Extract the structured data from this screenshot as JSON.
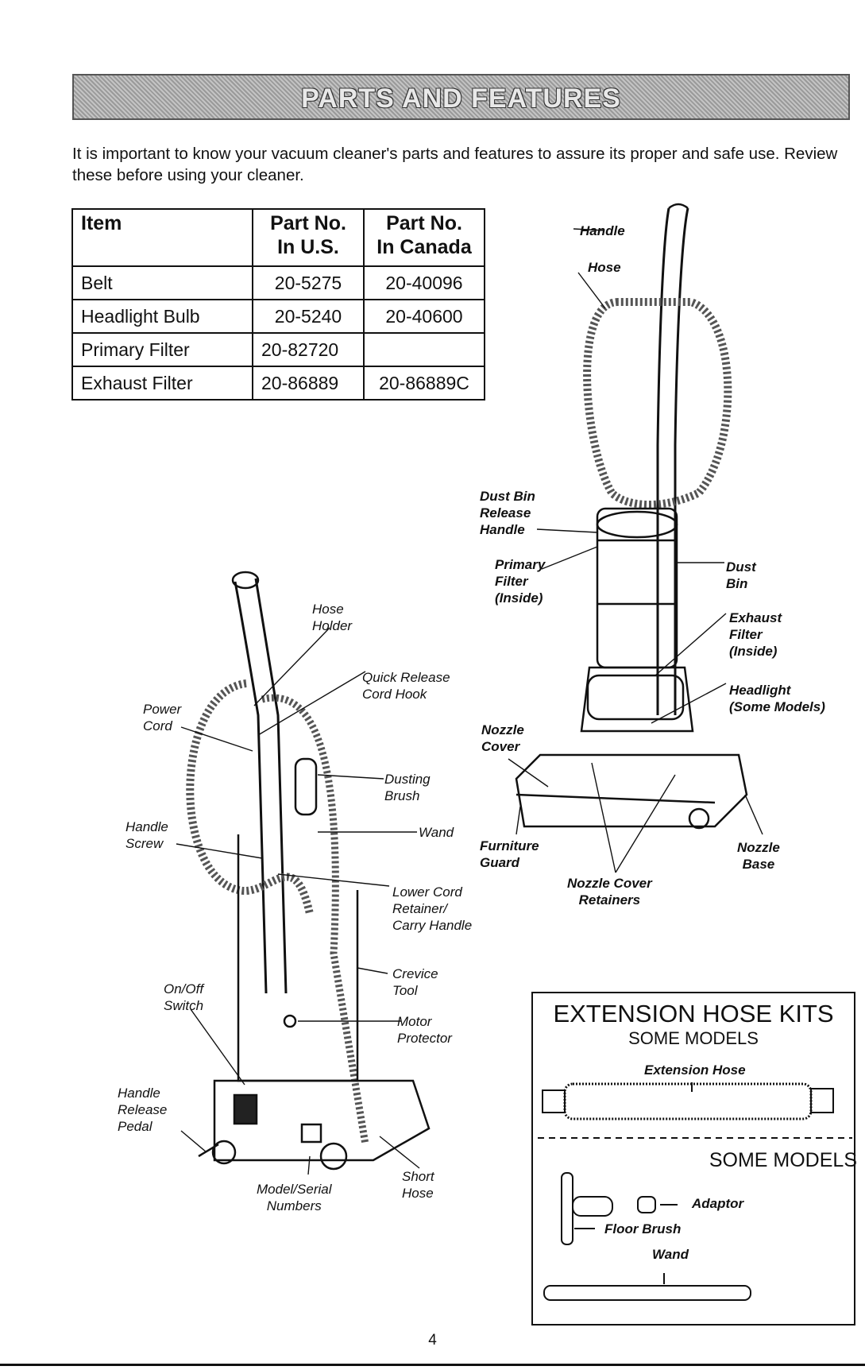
{
  "header": {
    "title": "PARTS AND FEATURES"
  },
  "intro": "It is important to know your vacuum cleaner's parts and features to assure its proper and safe use. Review these before using your cleaner.",
  "table": {
    "headers": [
      "Item",
      "Part No.\nIn U.S.",
      "Part No.\nIn Canada"
    ],
    "rows": [
      [
        "Belt",
        "20-5275",
        "20-40096"
      ],
      [
        "Headlight Bulb",
        "20-5240",
        "20-40600"
      ],
      [
        "Primary Filter",
        "20-82720",
        ""
      ],
      [
        "Exhaust Filter",
        "20-86889",
        "20-86889C"
      ]
    ]
  },
  "labels": {
    "handle": "Handle",
    "hose": "Hose",
    "dust_bin_release": "Dust Bin\nRelease\nHandle",
    "primary_filter": "Primary\nFilter\n(Inside)",
    "dust_bin": "Dust\nBin",
    "exhaust_filter": "Exhaust\nFilter\n(Inside)",
    "headlight": "Headlight\n(Some Models)",
    "nozzle_cover": "Nozzle\nCover",
    "furniture_guard": "Furniture\nGuard",
    "nozzle_cover_retainers": "Nozzle Cover\nRetainers",
    "nozzle_base": "Nozzle\nBase",
    "hose_holder": "Hose\nHolder",
    "quick_release": "Quick Release\nCord Hook",
    "power_cord": "Power\nCord",
    "dusting_brush": "Dusting\nBrush",
    "wand": "Wand",
    "handle_screw": "Handle\nScrew",
    "lower_cord": "Lower Cord\nRetainer/\nCarry Handle",
    "crevice_tool": "Crevice\nTool",
    "onoff": "On/Off\nSwitch",
    "motor_protector": "Motor\nProtector",
    "handle_release": "Handle\nRelease\nPedal",
    "model_serial": "Model/Serial\nNumbers",
    "short_hose": "Short\nHose"
  },
  "kit": {
    "title": "EXTENSION HOSE KITS",
    "subtitle": "SOME MODELS",
    "subtitle2": "SOME MODELS",
    "extension_hose": "Extension Hose",
    "adaptor": "Adaptor",
    "floor_brush": "Floor Brush",
    "wand": "Wand"
  },
  "page_number": "4"
}
